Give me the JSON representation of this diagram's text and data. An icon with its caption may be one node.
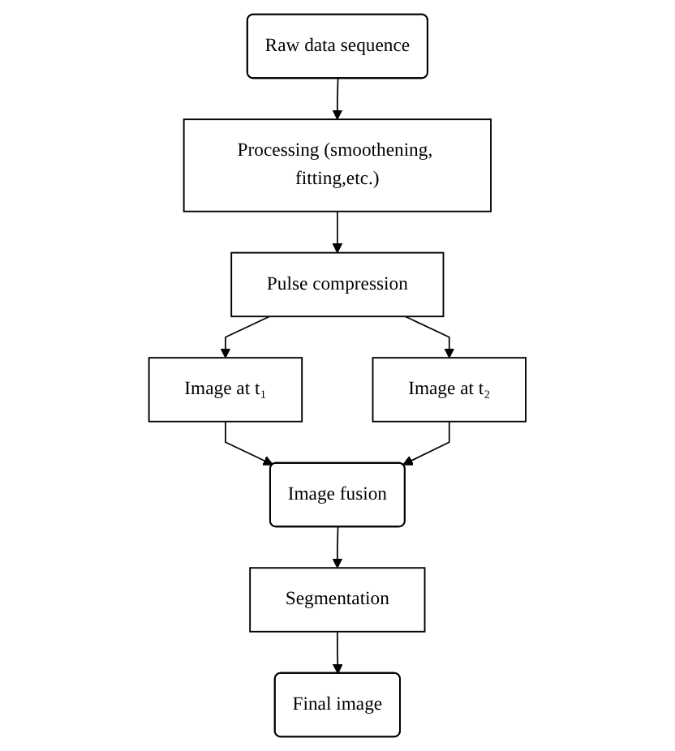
{
  "diagram": {
    "nodes": [
      {
        "text": [
          "Raw data sequence"
        ]
      },
      {
        "text": [
          "Processing (smoothening, fitting,etc.)"
        ]
      },
      {
        "text": [
          "Pulse compression"
        ]
      },
      {
        "text": [
          "Image at t₁"
        ]
      },
      {
        "text": [
          "Image at t₂"
        ]
      },
      {
        "text": [
          "Image fusion"
        ]
      },
      {
        "text": [
          "Segmentation"
        ]
      },
      {
        "text": [
          "Final image"
        ]
      }
    ],
    "edges": [
      {
        "from": 0,
        "to": 1,
        "arrow": "to"
      },
      {
        "from": 1,
        "to": 2,
        "arrow": "to"
      },
      {
        "from": 2,
        "to": 3,
        "arrow": "to"
      },
      {
        "from": 2,
        "to": 4,
        "arrow": "to"
      },
      {
        "from": 3,
        "to": 5,
        "arrow": "to"
      },
      {
        "from": 4,
        "to": 5,
        "arrow": "to"
      },
      {
        "from": 5,
        "to": 6,
        "arrow": "to"
      },
      {
        "from": 6,
        "to": 7,
        "arrow": "to"
      }
    ]
  }
}
